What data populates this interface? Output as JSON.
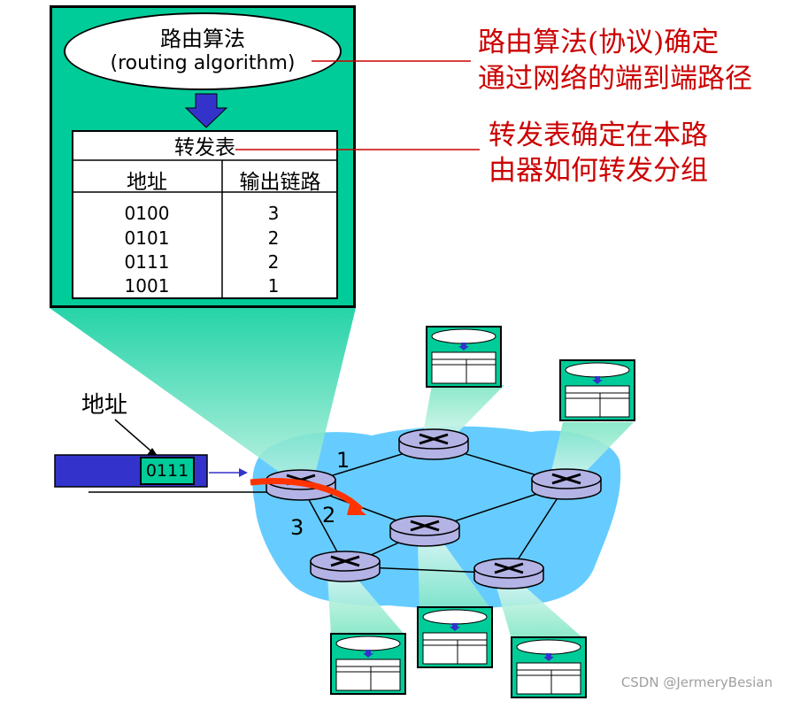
{
  "algorithm": {
    "title_cn": "路由算法",
    "title_en": "(routing algorithm)"
  },
  "forwarding_table": {
    "title": "转发表",
    "col_address": "地址",
    "col_link": "输出链路",
    "rows": [
      {
        "address": "0100",
        "link": "3"
      },
      {
        "address": "0101",
        "link": "2"
      },
      {
        "address": "0111",
        "link": "2"
      },
      {
        "address": "1001",
        "link": "1"
      }
    ]
  },
  "annotations": {
    "algorithm_note_line1": "路由算法(协议)确定",
    "algorithm_note_line2": "通过网络的端到端路径",
    "table_note_line1": "转发表确定在本路",
    "table_note_line2": "由器如何转发分组"
  },
  "packet": {
    "label": "地址",
    "address": "0111"
  },
  "links": {
    "link1": "1",
    "link2": "2",
    "link3": "3"
  },
  "colors": {
    "green": "#00cc99",
    "cloud": "#66ccff",
    "red": "#cc0000",
    "blue_arrow": "#3333cc",
    "packet_blue": "#3333cc",
    "router": "#b3b3e6"
  },
  "watermark": "CSDN @JermeryBesian"
}
